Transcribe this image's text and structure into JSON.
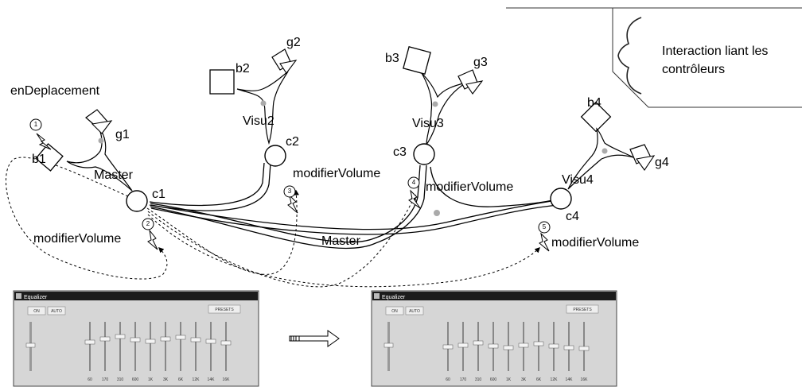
{
  "legend": {
    "text_line1": "Interaction liant les",
    "text_line2": "contrôleurs"
  },
  "triads": {
    "master": {
      "b": "b1",
      "g": "g1",
      "c": "c1",
      "name": "Master"
    },
    "visu2": {
      "b": "b2",
      "g": "g2",
      "c": "c2",
      "name": "Visu2"
    },
    "visu3": {
      "b": "b3",
      "g": "g3",
      "c": "c3",
      "name": "Visu3"
    },
    "visu4": {
      "b": "b4",
      "g": "g4",
      "c": "c4",
      "name": "Visu4"
    }
  },
  "events": {
    "deplacement": "enDeplacement",
    "modifier": "modifierVolume"
  },
  "numbers": [
    "1",
    "2",
    "3",
    "4",
    "5"
  ],
  "link_label": "Master",
  "windows": [
    {
      "title": "Equalizer",
      "buttons": [
        "ON",
        "AUTO",
        "PRESETS"
      ]
    },
    {
      "title": "Equalizer",
      "buttons": [
        "ON",
        "AUTO",
        "PRESETS"
      ]
    }
  ],
  "eq_labels": [
    "60",
    "170",
    "310",
    "600",
    "1K",
    "3K",
    "6K",
    "12K",
    "14K",
    "16K"
  ]
}
